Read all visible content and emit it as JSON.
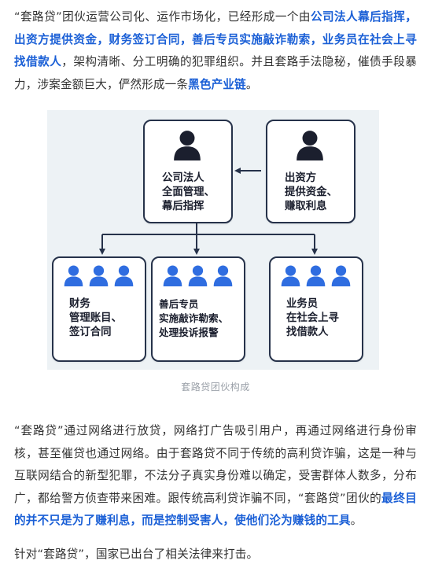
{
  "paragraph1": {
    "s1": "“套路贷”团伙运营公司化、运作市场化，已经形成一个由",
    "h1": "公司法人幕后指挥，出资方提供资金，财务签订合同，善后专员实施敲诈勒索，业务员在社会上寻找借款人",
    "s2": "，架构清晰、分工明确的犯罪组织。并且套路手法隐秘，催债手段暴力，涉案金额巨大，俨然形成一条",
    "h2": "黑色产业链",
    "s3": "。"
  },
  "diagram": {
    "boxes": {
      "legal_person": "公司法人\n全面管理、\n幕后指挥",
      "investor": "出资方\n提供资金、\n赚取利息",
      "finance": "财务\n管理账目、\n签订合同",
      "aftercare": "善后专员\n实施敲诈勒索、\n处理投诉报警",
      "salesman": "业务员\n在社会上寻\n找借款人"
    },
    "colors": {
      "dark_person": "#1b1f2e",
      "blue_person": "#2f6de0",
      "border": "#26324a"
    }
  },
  "caption": "套路贷团伙构成",
  "paragraph2": {
    "s1": "“套路贷”通过网络进行放贷，网络打广告吸引用户，再通过网络进行身份审核，甚至催贷也通过网络。由于套路贷不同于传统的高利贷诈骗，这是一种与互联网结合的新型犯罪，不法分子真实身份难以确定，受害群体人数多，分布广，都给警方侦查带来困难。跟传统高利贷诈骗不同，“套路贷”团伙的",
    "h1": "最终目的并不只是为了赚利息，而是控制受害人，使他们沦为赚钱的工具",
    "s2": "。"
  },
  "paragraph3": "针对“套路贷”，国家已出台了相关法律来打击。"
}
